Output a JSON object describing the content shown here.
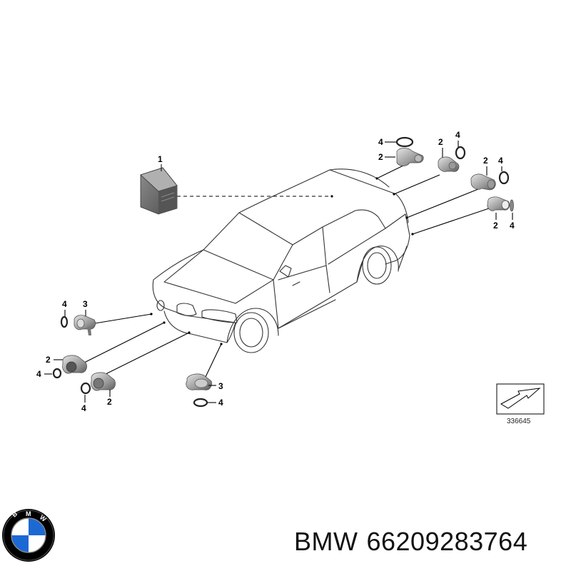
{
  "diagram": {
    "callouts": {
      "control_unit": "1",
      "sensor": "2",
      "sensor_alt": "3",
      "seal_ring": "4"
    },
    "reference_number": "336645"
  },
  "footer": {
    "brand": "BMW",
    "part_number": "66209283764"
  },
  "colors": {
    "line": "#000000",
    "sensor_dark": "#6d6d6d",
    "sensor_light": "#cfcfcf",
    "logo_blue": "#1c69d4"
  }
}
